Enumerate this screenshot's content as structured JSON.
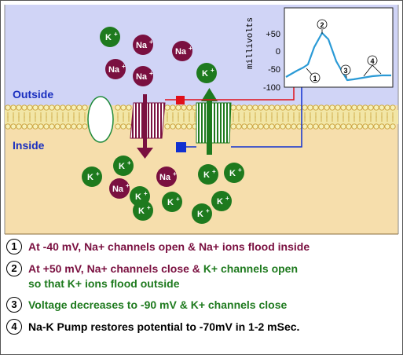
{
  "labels": {
    "outside": "Outside",
    "inside": "Inside"
  },
  "ions": {
    "na": "Na",
    "k": "K",
    "plus": "+"
  },
  "graph": {
    "ylabel": "millivolts",
    "ticks": [
      "+50",
      "0",
      "-50",
      "-100"
    ],
    "markers": [
      "1",
      "2",
      "3",
      "4"
    ]
  },
  "legend": [
    {
      "num": "1",
      "parts": [
        {
          "text": "At -40 mV, Na+ channels open & Na+ ions flood inside",
          "color": "maroon"
        }
      ]
    },
    {
      "num": "2",
      "parts": [
        {
          "text": "At +50 mV, Na+ channels close & ",
          "color": "maroon"
        },
        {
          "text": "K+ channels open",
          "color": "green"
        }
      ],
      "line2": [
        {
          "text": "so that K+ ions flood outside",
          "color": "green"
        }
      ]
    },
    {
      "num": "3",
      "parts": [
        {
          "text": "Voltage decreases to -90 mV & K+ channels close",
          "color": "green"
        }
      ]
    },
    {
      "num": "4",
      "parts": [
        {
          "text": "Na-K Pump restores potential to -70mV in 1-2 mSec.",
          "color": "black"
        }
      ]
    }
  ],
  "colors": {
    "outside_bg": "#d0d4f6",
    "inside_bg": "#f6deac",
    "na_ion": "#7a1040",
    "k_ion": "#1e7a1e",
    "trace": "#2a9ad6",
    "red_signal": "#e0101a",
    "blue_signal": "#1030d0"
  }
}
